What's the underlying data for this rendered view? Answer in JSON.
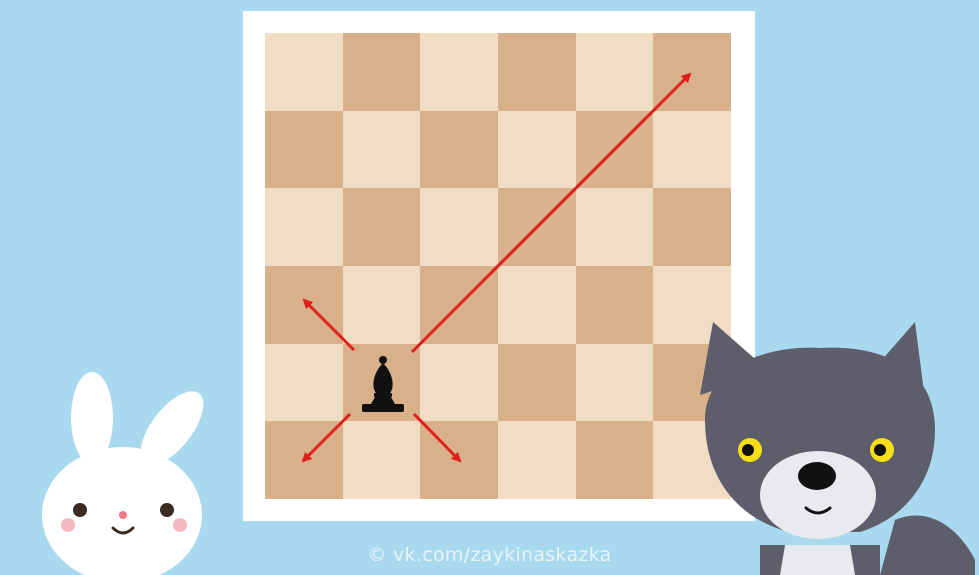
{
  "watermark": "© vk.com/zaykinaskazka",
  "board": {
    "files": 6,
    "ranks": 6,
    "light_color": "#f1dcc4",
    "dark_color": "#d8b08a"
  },
  "piece": {
    "type": "bishop",
    "color": "black",
    "square": "b2"
  },
  "moves": [
    {
      "direction": "up-right",
      "to": "f6",
      "icon": "arrow-icon"
    },
    {
      "direction": "up-left",
      "to": "a3",
      "icon": "arrow-icon"
    },
    {
      "direction": "down-left",
      "to": "a1",
      "icon": "arrow-icon"
    },
    {
      "direction": "down-right",
      "to": "c1",
      "icon": "arrow-icon"
    }
  ],
  "arrow_color": "#e01e1e",
  "characters": [
    {
      "name": "bunny",
      "icon": "bunny-icon"
    },
    {
      "name": "wolf",
      "icon": "wolf-icon"
    }
  ],
  "background_color": "#a9d9ee"
}
